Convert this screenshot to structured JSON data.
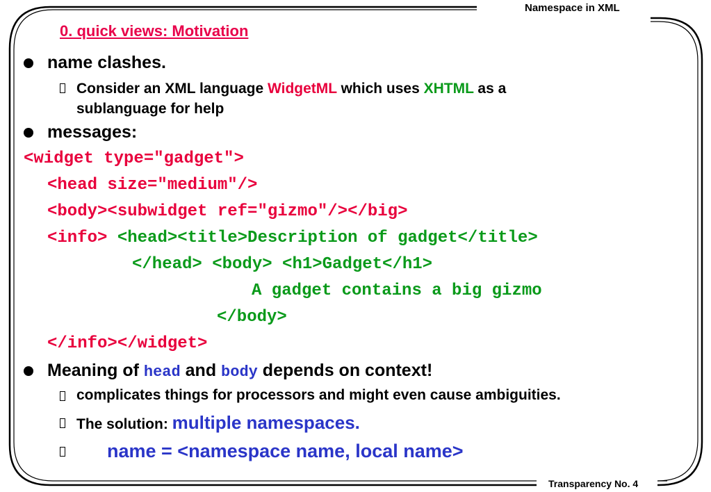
{
  "header": {
    "title": "Namespace in XML"
  },
  "footer": {
    "title": "Transparency No. 4"
  },
  "slide": {
    "title": "0. quick views: Motivation",
    "bullets": [
      {
        "text": "name clashes."
      },
      {
        "text": "messages:"
      },
      {
        "pre": "Meaning of ",
        "head": "head",
        "mid": " and ",
        "body": "body",
        "post": " depends on context!"
      }
    ],
    "sub1": {
      "pre": "Consider an XML language ",
      "widgetml": "WidgetML",
      "mid": " which uses ",
      "xhtml": "XHTML",
      "post": " as a",
      "line2": "sublanguage for help"
    },
    "code": {
      "l1": "<widget type=\"gadget\">",
      "l2": "<head size=\"medium\"/>",
      "l3": "<body><subwidget ref=\"gizmo\"/></big>",
      "l4a": "<info> ",
      "l4b": "<head><title>Description of gadget</title>",
      "l5": "</head> <body> <h1>Gadget</h1>",
      "l6": "A gadget contains a big gizmo",
      "l7": "</body>",
      "l8": "</info></widget>"
    },
    "sub2": {
      "text": "complicates things for processors and might even cause ambiguities."
    },
    "sub3": {
      "pre": "The solution: ",
      "highlight": "multiple namespaces."
    },
    "name_def": "name = <namespace name, local name>"
  }
}
